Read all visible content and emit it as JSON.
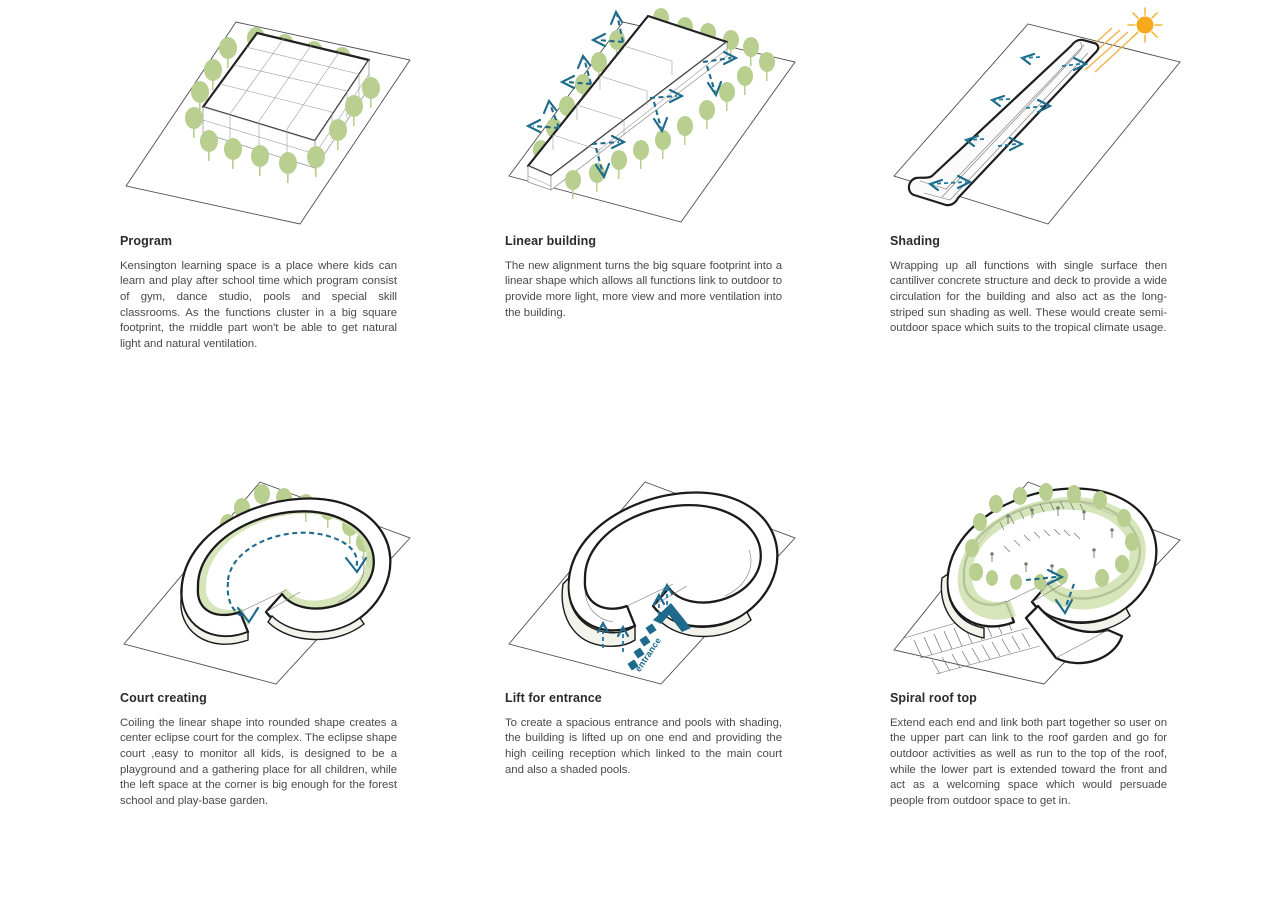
{
  "document": {
    "type": "architectural-concept-diagram-sheet",
    "project": "Kensington learning space",
    "panel_count": 6
  },
  "palette": {
    "arrow_blue": "#1d6a8c",
    "tree_green": "#b8cf90",
    "sun_orange": "#f6a91b",
    "outline_black": "#1e1e1e",
    "site_line": "#4d4d4d",
    "heading": "#2b2b2b",
    "body_text": "#4a4a4a",
    "background": "#ffffff"
  },
  "panels": [
    {
      "id": "program",
      "title": "Program",
      "body": "Kensington learning space is a place where kids can learn and play after school time which program consist of gym, dance studio, pools and special skill classrooms. As the functions cluster in a big square footprint, the middle part won't be able to get natural light and natural ventilation.",
      "diagram": {
        "name": "square-footprint-massing",
        "elements": [
          "site-boundary",
          "square-grid-building-mass",
          "perimeter-trees"
        ]
      }
    },
    {
      "id": "linear-building",
      "title": "Linear building",
      "body": "The new alignment turns the big square footprint into a linear shape which allows all functions link to outdoor to provide more light, more view and more ventilation into the building.",
      "diagram": {
        "name": "linear-massing-with-ventilation-arrows",
        "elements": [
          "site-boundary",
          "linear-building-mass",
          "perimeter-trees",
          "ventilation-arrows"
        ]
      }
    },
    {
      "id": "shading",
      "title": "Shading",
      "body": "Wrapping up all functions with single surface then cantiliver concrete structure and deck to provide a wide circulation for the building and also act as the long-striped sun shading as well. These would create semi-outdoor space which suits to the tropical climate usage.",
      "diagram": {
        "name": "wrapped-surface-with-sun",
        "elements": [
          "site-boundary",
          "wrapped-single-surface",
          "sun-icon",
          "sun-beams",
          "circulation-arrows"
        ]
      }
    },
    {
      "id": "court-creating",
      "title": "Court creating",
      "body": "Coiling the linear shape into rounded shape creates a center eclipse court for the complex. The eclipse shape court ,easy to monitor all kids, is designed to be a playground and a gathering place for all children, while the left space at the corner is big enough for the forest school and play-base garden.",
      "diagram": {
        "name": "coiled-court-massing",
        "elements": [
          "site-boundary",
          "coiled-ring-form",
          "perimeter-trees",
          "circulation-loop-arrows"
        ]
      }
    },
    {
      "id": "lift-for-entrance",
      "title": "Lift for entrance",
      "body": "To create a spacious entrance and pools with shading, the building is lifted up on one end and providing the high ceiling reception which linked to the main court and also a shaded pools.",
      "diagram": {
        "name": "lifted-entrance-massing",
        "elements": [
          "site-boundary",
          "coiled-ring-form",
          "lift-up-arrows",
          "entrance-arrow",
          "entrance-label"
        ],
        "annotation": "entrance"
      }
    },
    {
      "id": "spiral-roof-top",
      "title": "Spiral roof top",
      "body": "Extend each end and link both part together so user on the upper part can link to the roof garden and go for outdoor activities as well as run to the top of the roof, while the lower part is extended toward the front and act as a welcoming space which would persuade people from outdoor space to get in.",
      "diagram": {
        "name": "spiral-roof-garden-massing",
        "elements": [
          "site-boundary",
          "spiral-ramp-form",
          "roof-garden-trees",
          "people-figures",
          "parking-hatching",
          "roof-circulation-arrows"
        ]
      }
    }
  ]
}
